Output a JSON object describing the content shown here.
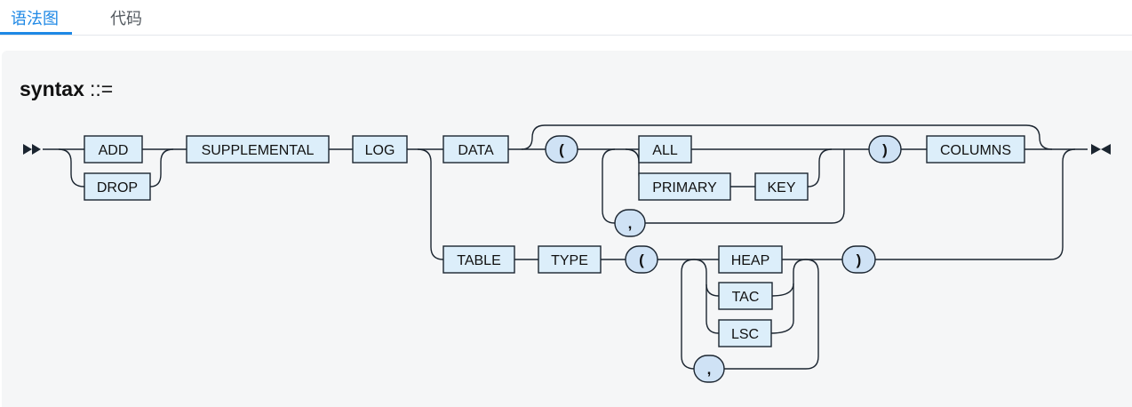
{
  "tabs": [
    {
      "label": "语法图",
      "active": true
    },
    {
      "label": "代码",
      "active": false
    }
  ],
  "diagram": {
    "rule_name": "syntax",
    "rule_operator": "::=",
    "terminals": {
      "add": "ADD",
      "drop": "DROP",
      "supplemental": "SUPPLEMENTAL",
      "log": "LOG",
      "data": "DATA",
      "open_paren_1": "(",
      "all": "ALL",
      "primary": "PRIMARY",
      "key": "KEY",
      "comma_1": ",",
      "close_paren_1": ")",
      "columns": "COLUMNS",
      "table": "TABLE",
      "type": "TYPE",
      "open_paren_2": "(",
      "heap": "HEAP",
      "tac": "TAC",
      "lsc": "LSC",
      "comma_2": ",",
      "close_paren_2": ")"
    }
  },
  "colors": {
    "accent": "#1e88e5",
    "keyword_fill": "#dceefa",
    "punct_fill": "#cfe2f5",
    "line": "#1b2530",
    "panel_bg": "#f5f6f7"
  }
}
